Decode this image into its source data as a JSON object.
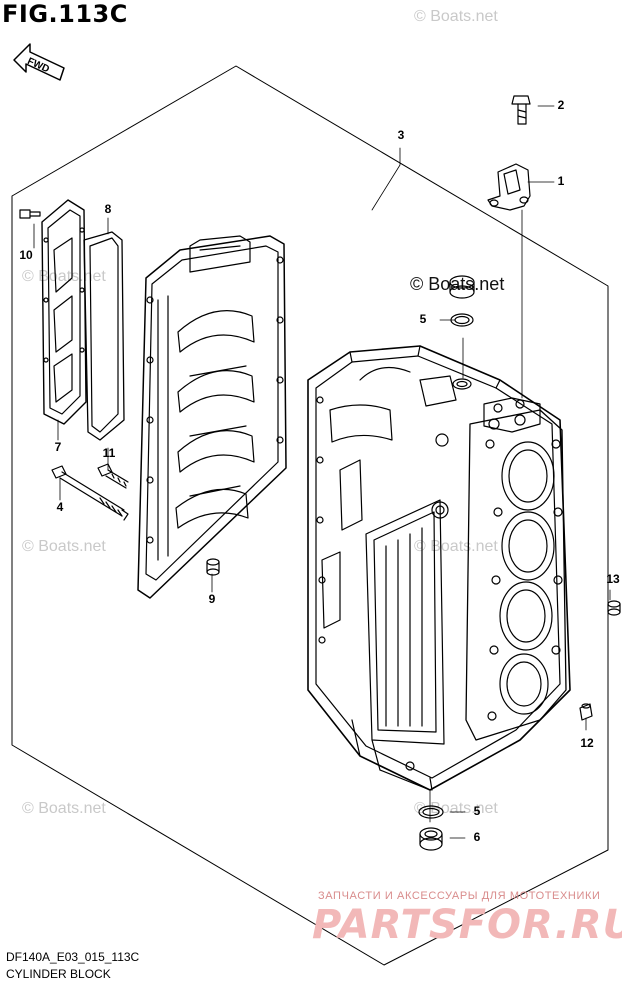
{
  "figure": {
    "title": "FIG.113C",
    "fwd_label": "FWD"
  },
  "watermarks": [
    "© Boats.net",
    "© Boats.net",
    "© Boats.net",
    "© Boats.net",
    "© Boats.net",
    "© Boats.net"
  ],
  "overlay_watermark": "© Boats.net",
  "callouts": [
    "1",
    "2",
    "3",
    "4",
    "5",
    "5",
    "6",
    "7",
    "8",
    "9",
    "10",
    "11",
    "12",
    "13"
  ],
  "footer": {
    "code": "DF140A_E03_015_113C",
    "name": "CYLINDER BLOCK"
  },
  "promo": {
    "subtitle": "ЗАПЧАСТИ И АКСЕССУАРЫ ДЛЯ МОТОТЕХНИКИ",
    "brand": "PARTSFOR.RU"
  },
  "colors": {
    "line": "#000000",
    "watermark": "#c9c9c9",
    "promo": "#f2b8b8"
  }
}
